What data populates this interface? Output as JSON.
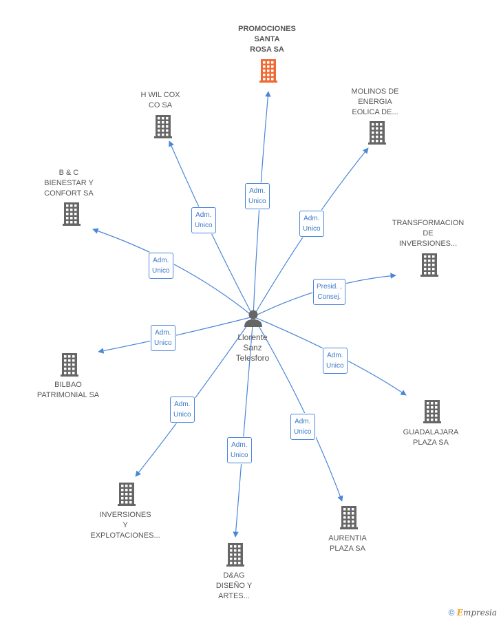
{
  "center": {
    "name": "Llorente\nSanz\nTelesforo",
    "icon": "person-icon"
  },
  "nodes": [
    {
      "id": "promociones",
      "label": "PROMOCIONES\nSANTA\nROSA SA",
      "highlight": true,
      "icon": "building-icon"
    },
    {
      "id": "hwil",
      "label": "H WIL COX\nCO SA",
      "icon": "building-icon"
    },
    {
      "id": "molinos",
      "label": "MOLINOS DE\nENERGIA\nEOLICA DE...",
      "icon": "building-icon"
    },
    {
      "id": "bc",
      "label": "B & C\nBIENESTAR Y\nCONFORT SA",
      "icon": "building-icon"
    },
    {
      "id": "transformacion",
      "label": "TRANSFORMACION\nDE\nINVERSIONES...",
      "icon": "building-icon"
    },
    {
      "id": "bilbao",
      "label": "BILBAO\nPATRIMONIAL SA",
      "icon": "building-icon"
    },
    {
      "id": "guadalajara",
      "label": "GUADALAJARA\nPLAZA SA",
      "icon": "building-icon"
    },
    {
      "id": "inversiones",
      "label": "INVERSIONES\nY\nEXPLOTACIONES...",
      "icon": "building-icon"
    },
    {
      "id": "dag",
      "label": "D&AG\nDISEÑO Y\nARTES...",
      "icon": "building-icon"
    },
    {
      "id": "aurentia",
      "label": "AURENTIA\nPLAZA SA",
      "icon": "building-icon"
    }
  ],
  "edges": [
    {
      "to": "promociones",
      "label": "Adm.\nUnico"
    },
    {
      "to": "hwil",
      "label": "Adm.\nUnico"
    },
    {
      "to": "molinos",
      "label": "Adm.\nUnico"
    },
    {
      "to": "bc",
      "label": "Adm.\nUnico"
    },
    {
      "to": "transformacion",
      "label": "Presid. ,\nConsej."
    },
    {
      "to": "bilbao",
      "label": "Adm.\nUnico"
    },
    {
      "to": "guadalajara",
      "label": "Adm.\nUnico"
    },
    {
      "to": "inversiones",
      "label": "Adm.\nUnico"
    },
    {
      "to": "dag",
      "label": "Adm.\nUnico"
    },
    {
      "to": "aurentia",
      "label": "Adm.\nUnico"
    }
  ],
  "colors": {
    "edge": "#4a86d8",
    "building": "#666666",
    "highlight": "#f06a35"
  },
  "footer": {
    "copyright": "©",
    "brand_first": "E",
    "brand_rest": "mpresia"
  }
}
